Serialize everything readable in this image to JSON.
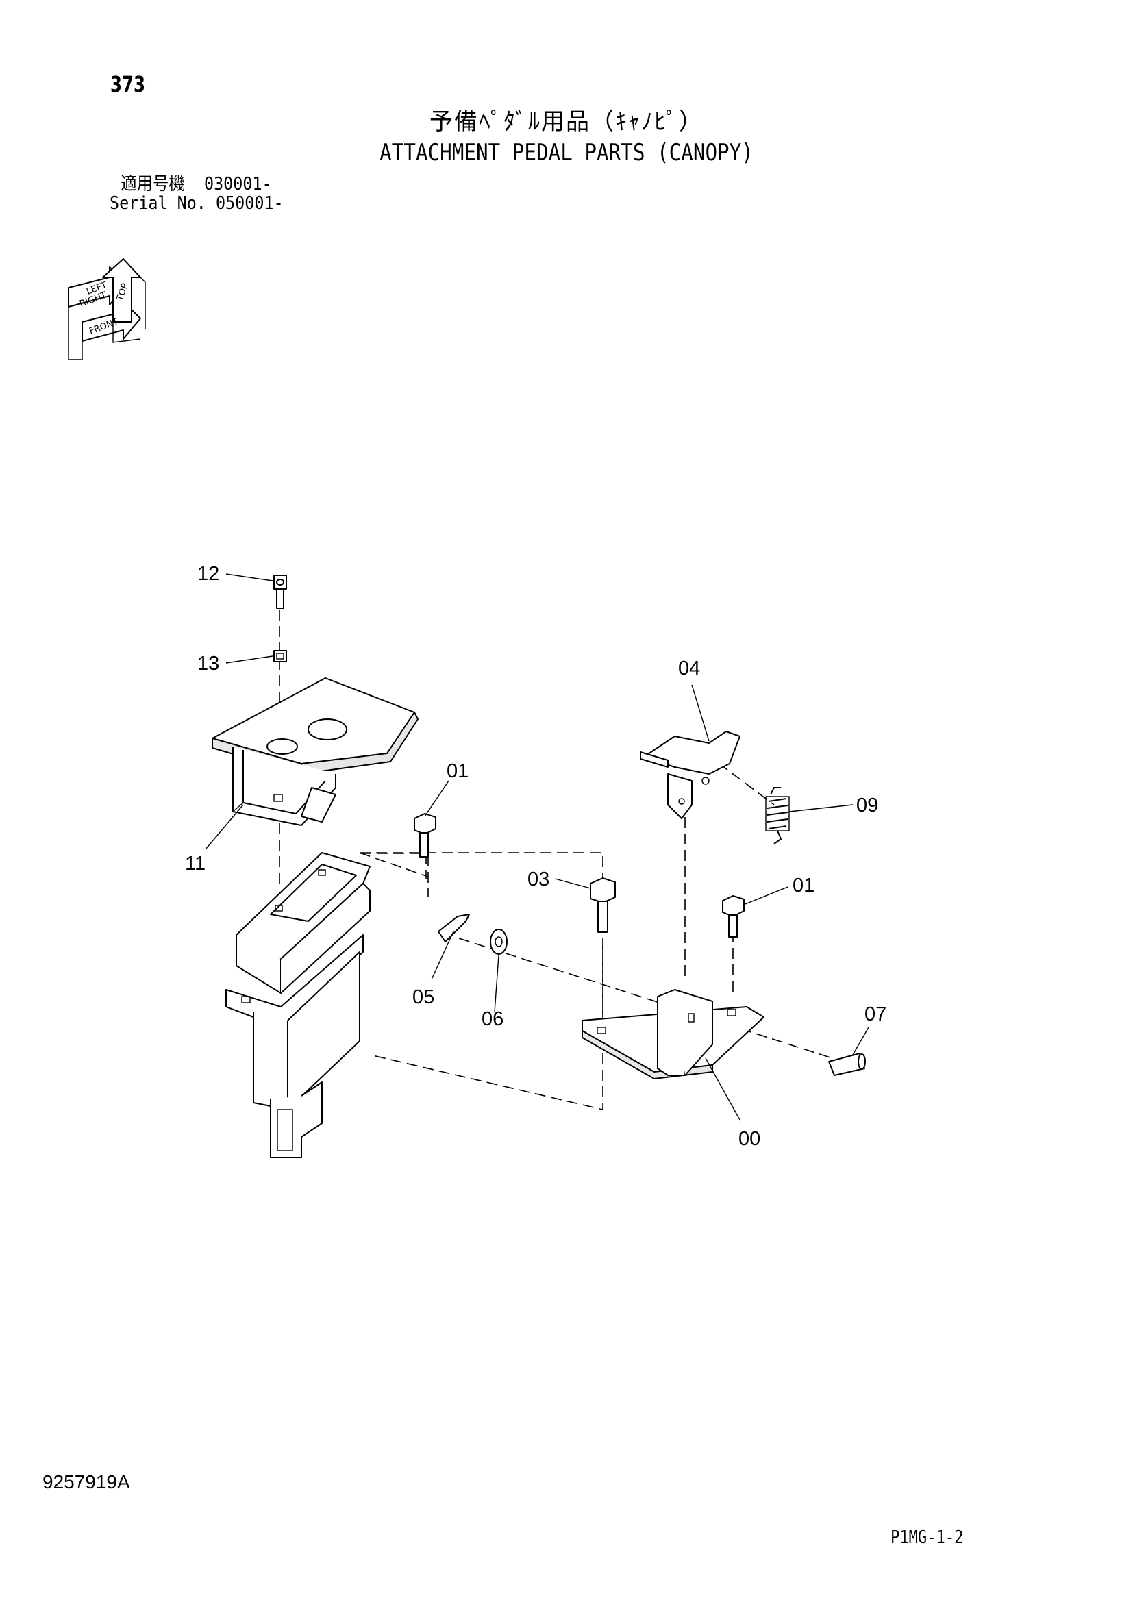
{
  "page": {
    "page_number": "373",
    "title_jp": "予備ﾍﾟﾀﾞﾙ用品（ｷｬﾉﾋﾟ）",
    "title_en": "ATTACHMENT PEDAL PARTS (CANOPY)",
    "serial_jp": "適用号機  030001-",
    "serial_en": "Serial No. 050001-",
    "document_number": "9257919A",
    "page_code": "P1MG-1-2"
  },
  "orientation_icon": {
    "labels": [
      "TOP",
      "LEFT",
      "RIGHT",
      "FRONT"
    ]
  },
  "callouts": [
    {
      "id": "12",
      "label": "12"
    },
    {
      "id": "13",
      "label": "13"
    },
    {
      "id": "11",
      "label": "11"
    },
    {
      "id": "01a",
      "label": "01"
    },
    {
      "id": "04",
      "label": "04"
    },
    {
      "id": "09",
      "label": "09"
    },
    {
      "id": "03",
      "label": "03"
    },
    {
      "id": "01b",
      "label": "01"
    },
    {
      "id": "05",
      "label": "05"
    },
    {
      "id": "06",
      "label": "06"
    },
    {
      "id": "07",
      "label": "07"
    },
    {
      "id": "00",
      "label": "00"
    }
  ]
}
